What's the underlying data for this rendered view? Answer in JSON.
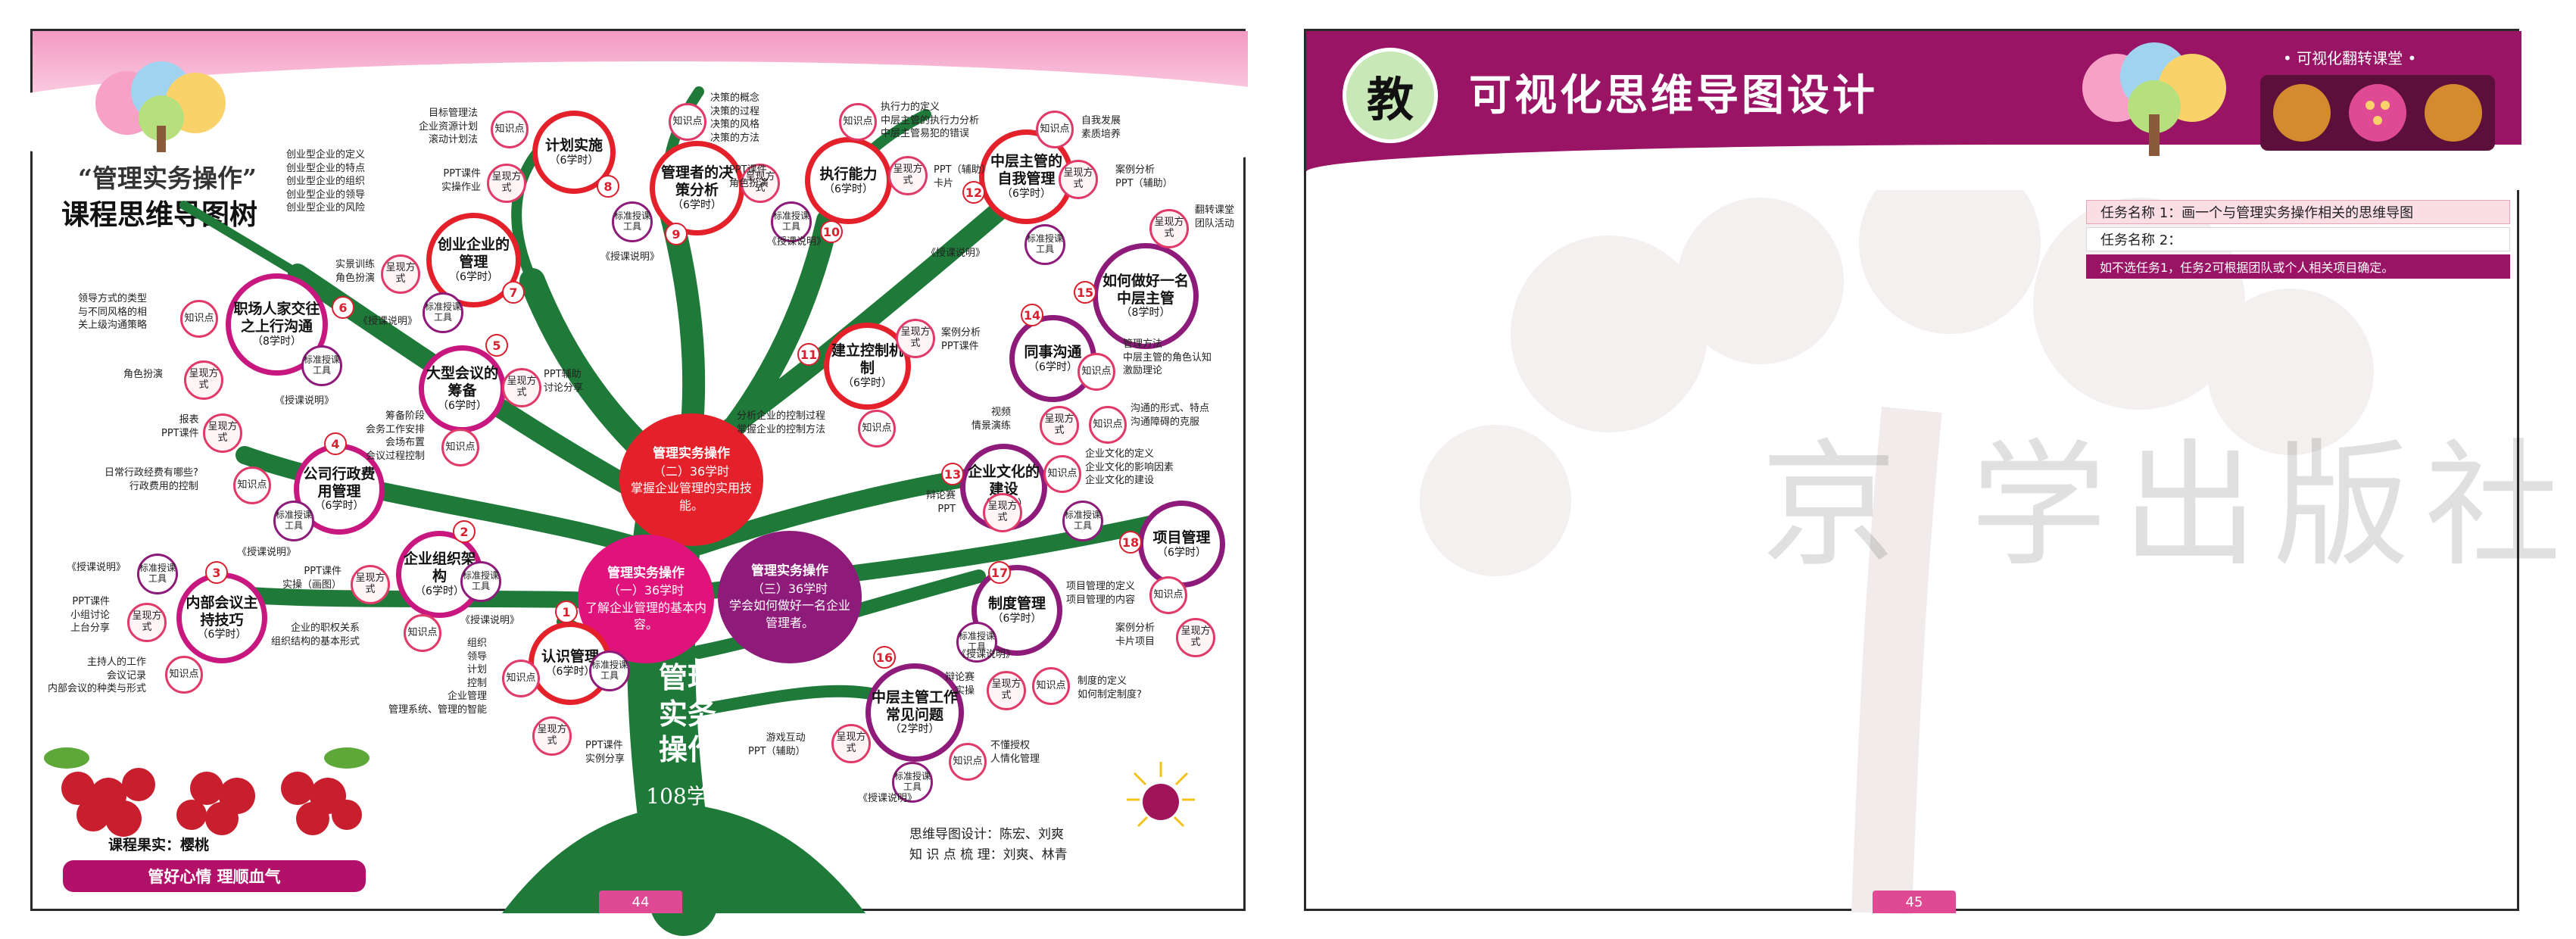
{
  "left_page": {
    "title_line1": "“管理实务操作”",
    "title_line2": "课程思维导图树",
    "trunk": {
      "title": "管理\n实务\n操作",
      "hours": "108学时"
    },
    "leaves": [
      {
        "title": "管理实务操作",
        "sub": "（二）36学时",
        "body": "掌握企业管理的实用技能。"
      },
      {
        "title": "管理实务操作",
        "sub": "（一）36学时",
        "body": "了解企业管理的基本内容。"
      },
      {
        "title": "管理实务操作",
        "sub": "（三）36学时",
        "body": "学会如何做好一名企业管理者。"
      }
    ],
    "nodes": [
      {
        "n": "1",
        "name": "认识管理",
        "hrs": "（6学时）"
      },
      {
        "n": "2",
        "name": "企业组织架构",
        "hrs": "（6学时）"
      },
      {
        "n": "3",
        "name": "内部会议主持技巧",
        "hrs": "（6学时）"
      },
      {
        "n": "4",
        "name": "公司行政费用管理",
        "hrs": "（6学时）"
      },
      {
        "n": "5",
        "name": "大型会议的筹备",
        "hrs": "（6学时）"
      },
      {
        "n": "6",
        "name": "职场人家交往之上行沟通",
        "hrs": "（8学时）"
      },
      {
        "n": "7",
        "name": "创业企业的管理",
        "hrs": "（6学时）"
      },
      {
        "n": "8",
        "name": "计划实施",
        "hrs": "（6学时）"
      },
      {
        "n": "9",
        "name": "管理者的决策分析",
        "hrs": "（6学时）"
      },
      {
        "n": "10",
        "name": "执行能力",
        "hrs": "（6学时）"
      },
      {
        "n": "11",
        "name": "建立控制机制",
        "hrs": "（6学时）"
      },
      {
        "n": "12",
        "name": "中层主管的自我管理",
        "hrs": "（6学时）"
      },
      {
        "n": "13",
        "name": "企业文化的建设",
        "hrs": "（6学时）"
      },
      {
        "n": "14",
        "name": "同事沟通",
        "hrs": "（6学时）"
      },
      {
        "n": "15",
        "name": "如何做好一名中层主管",
        "hrs": "（8学时）"
      },
      {
        "n": "16",
        "name": "中层主管工作常见问题",
        "hrs": "（2学时）"
      },
      {
        "n": "17",
        "name": "制度管理",
        "hrs": "（6学时）"
      },
      {
        "n": "18",
        "name": "项目管理",
        "hrs": "（6学时）"
      }
    ],
    "chips": {
      "kp": "知识点",
      "ps": "呈现方式",
      "tt": "标准授课工具",
      "instr": "《授课说明》"
    },
    "labels": {
      "n1": "组织\n领导\n计划\n控制\n企业管理\n管理系统、管理的智能",
      "n1b": "PPT课件\n实例分享",
      "n2": "PPT课件\n实操（画图）",
      "n2b": "企业的职权关系\n组织结构的基本形式",
      "n3": "PPT课件\n小组讨论\n上台分享",
      "n3b": "主持人的工作\n会议记录\n内部会议的种类与形式",
      "n4": "报表\nPPT课件",
      "n4b": "日常行政经费有哪些?\n行政费用的控制",
      "n5": "PPT辅助\n讨论分享",
      "n5b": "筹备阶段\n会务工作安排\n会场布置\n会议过程控制",
      "n6": "领导方式的类型\n与不同风格的相\n关上级沟通策略",
      "n6b": "角色扮演",
      "n7": "创业型企业的定义\n创业型企业的特点\n创业型企业的组织\n创业型企业的领导\n创业型企业的风险",
      "n7b": "实景训练\n角色扮演",
      "n8": "目标管理法\n企业资源计划\n滚动计划法",
      "n8b": "PPT课件\n实操作业",
      "n9": "决策的概念\n决策的过程\n决策的风格\n决策的方法",
      "n9b": "PPT课件\n角色扮演",
      "n10": "执行力的定义\n中层主管的执行力分析\n中层主管易犯的错误",
      "n10b": "PPT（辅助）\n卡片",
      "n11": "案例分析\nPPT课件",
      "n11b": "分析企业的控制过程\n掌握企业的控制方法",
      "n12": "自我发展\n素质培养",
      "n12b": "案例分析\nPPT（辅助）",
      "n13": "企业文化的定义\n企业文化的影响因素\n企业文化的建设",
      "n13b": "辩论赛\nPPT",
      "n14": "管理方法\n中层主管的角色认知\n激励理论",
      "n14b": "视频\n情景演练",
      "n14c": "沟通的形式、特点\n沟通障碍的克服",
      "n15": "翻转课堂\n团队活动",
      "n16": "不懂授权\n人情化管理",
      "n16b": "游戏互动\nPPT（辅助）",
      "n17": "项目管理的定义\n项目管理的内容",
      "n17b": "辩论赛\n实操",
      "n17c": "制度的定义\n如何制定制度?",
      "n18": "案例分析\n卡片项目"
    },
    "fruit": {
      "caption": "课程果实：樱桃",
      "motto": "管好心情  理顺血气"
    },
    "credits": {
      "line1": "思维导图设计：陈宏、刘爽",
      "line2": "知 识 点 梳 理：刘爽、林青"
    },
    "page_number": "44"
  },
  "right_page": {
    "badge": "教",
    "title": "可视化思维导图设计",
    "brand": "• 可视化翻转课堂 •",
    "tasks": [
      "任务名称 1：画一个与管理实务操作相关的思维导图",
      "任务名称 2：",
      "如不选任务1，任务2可根据团队或个人相关项目确定。"
    ],
    "watermark": "京    学出版社",
    "page_number": "45"
  },
  "colors": {
    "red": "#e4212b",
    "magenta": "#c8177e",
    "purple": "#8e1a7a",
    "tree": "#1f7a3a",
    "banner": "#9a1466"
  }
}
